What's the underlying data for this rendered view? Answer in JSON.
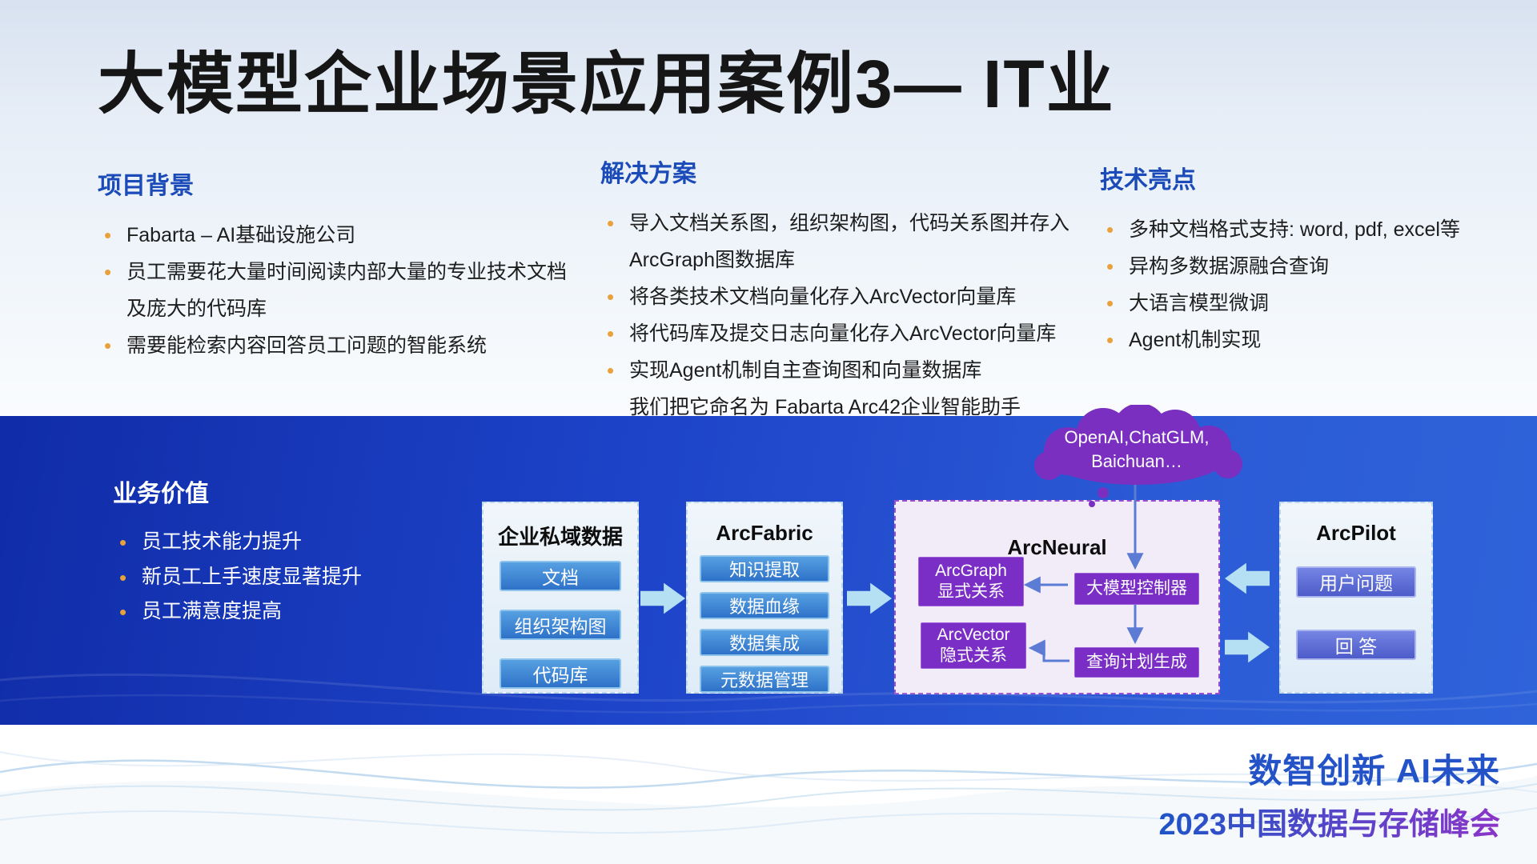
{
  "title": "大模型企业场景应用案例3— IT业",
  "colors": {
    "bullet_accent": "#e9a23b",
    "heading_blue": "#1b4bb8",
    "band_blue": "#1d43c8",
    "node_purple": "#7b2ec5",
    "flow_arrow": "#b5e0f3"
  },
  "sections": {
    "project": {
      "heading": "项目背景",
      "bullets": [
        "Fabarta – AI基础设施公司",
        "员工需要花大量时间阅读内部大量的专业技术文档 及庞大的代码库",
        "需要能检索内容回答员工问题的智能系统"
      ]
    },
    "solution": {
      "heading": "解决方案",
      "bullets": [
        "导入文档关系图，组织架构图，代码关系图并存入 ArcGraph图数据库",
        "将各类技术文档向量化存入ArcVector向量库",
        "将代码库及提交日志向量化存入ArcVector向量库",
        "实现Agent机制自主查询图和向量数据库"
      ],
      "note": "我们把它命名为 Fabarta Arc42企业智能助手"
    },
    "tech": {
      "heading": "技术亮点",
      "bullets": [
        "多种文档格式支持: word, pdf, excel等",
        "异构多数据源融合查询",
        "大语言模型微调",
        "Agent机制实现"
      ]
    },
    "value": {
      "heading": "业务价值",
      "bullets": [
        "员工技术能力提升",
        "新员工上手速度显著提升",
        "员工满意度提高"
      ]
    }
  },
  "diagram": {
    "cloud_label": "OpenAI,ChatGLM,\nBaichuan…",
    "private_data": {
      "title": "企业私域数据",
      "items": [
        "文档",
        "组织架构图",
        "代码库"
      ]
    },
    "arcfabric": {
      "title": "ArcFabric",
      "items": [
        "知识提取",
        "数据血缘",
        "数据集成",
        "元数据管理"
      ]
    },
    "arcneural": {
      "title": "ArcNeural",
      "nodes": {
        "graph": "ArcGraph\n显式关系",
        "controller": "大模型控制器",
        "vector": "ArcVector\n隐式关系",
        "planner": "查询计划生成"
      }
    },
    "arcpilot": {
      "title": "ArcPilot",
      "items": [
        "用户问题",
        "回  答"
      ]
    }
  },
  "footer": {
    "brand": "数智创新 AI未来",
    "event": "2023中国数据与存储峰会"
  }
}
